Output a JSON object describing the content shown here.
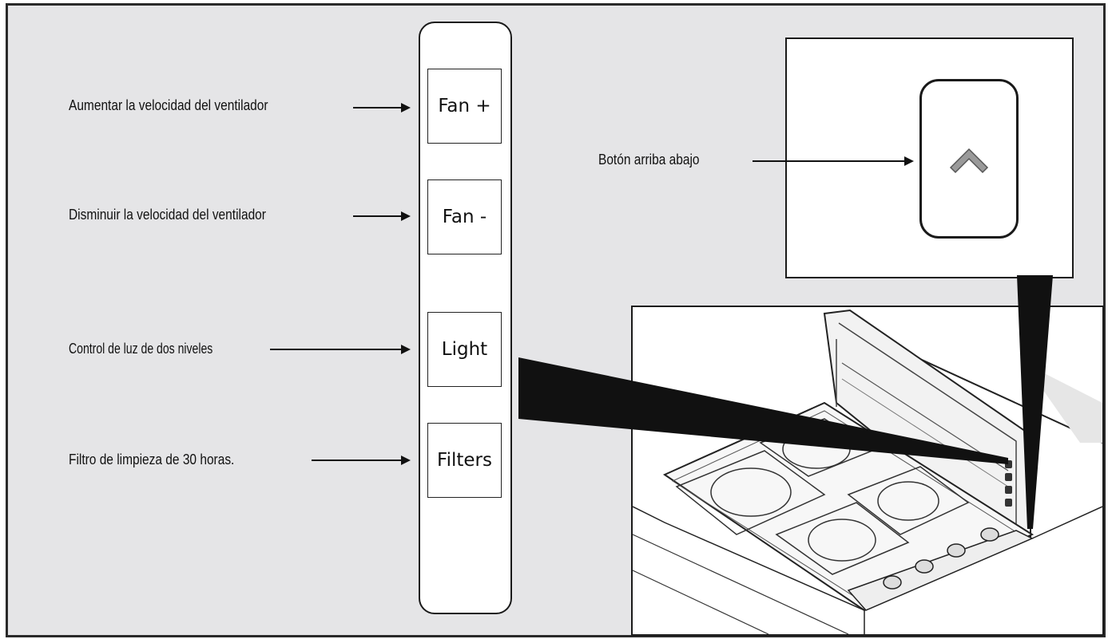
{
  "labels": {
    "fan_up": "Aumentar la velocidad del ventilador",
    "fan_down": "Disminuir la velocidad del ventilador",
    "light": "Control de luz de dos niveles",
    "filters": "Filtro de limpieza de 30 horas.",
    "updown": "Botón arriba abajo"
  },
  "buttons": {
    "fan_up": "Fan +",
    "fan_down": "Fan -",
    "light": "Light",
    "filters": "Filters"
  },
  "icons": {
    "updown": "chevron-up-icon"
  },
  "colors": {
    "background": "#e5e5e7",
    "outline": "#1a1a1a",
    "chevron": "#9a9a9a"
  }
}
